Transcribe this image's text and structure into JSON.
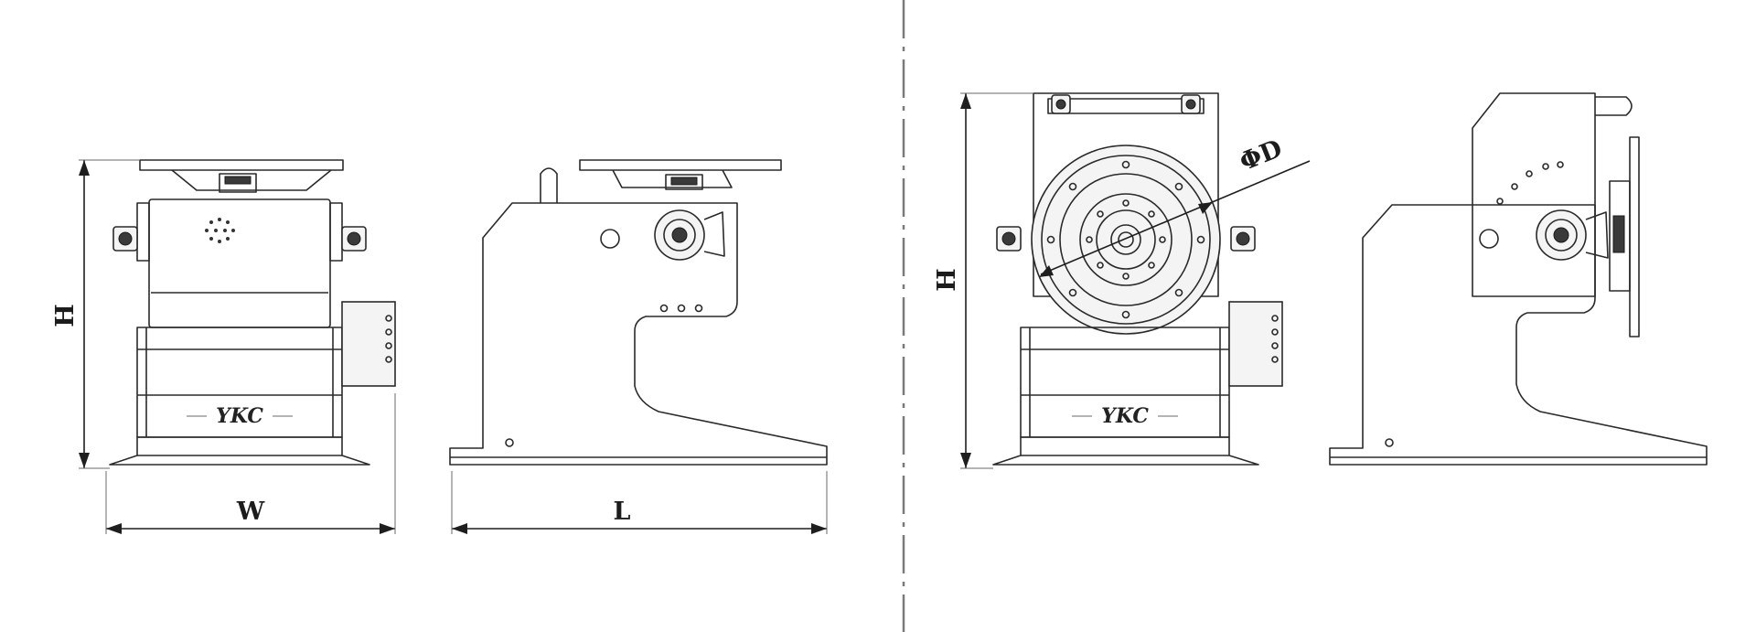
{
  "labels": {
    "left_height": "H",
    "left_width": "W",
    "left_length": "L",
    "right_height": "H",
    "right_diameter": "ΦD"
  },
  "branding": {
    "logo_text": "YKC"
  },
  "colors": {
    "line": "#2a2a2a",
    "divider": "#7a7a7a",
    "background": "#ffffff"
  }
}
